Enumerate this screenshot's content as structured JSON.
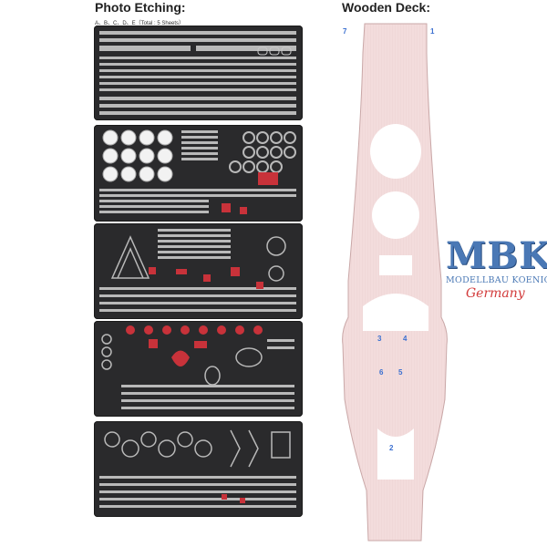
{
  "photo_etching": {
    "title": "Photo Etching:",
    "subtitle": "A、B、C、D、E（Total : 5 Sheets）",
    "sheets": [
      "A",
      "B",
      "C",
      "D",
      "E"
    ]
  },
  "wooden_deck": {
    "title": "Wooden Deck:",
    "markers": [
      "7",
      "1",
      "3",
      "4",
      "6",
      "5",
      "2"
    ]
  },
  "brand": {
    "logo": "MBK",
    "line": "MODELLBAU KOENIG",
    "country": "Germany"
  },
  "colors": {
    "sheet_bg": "#2a2a2c",
    "part_grey": "#b9b9b9",
    "part_red": "#c8323a",
    "deck_pink": "#f3dcdc",
    "marker_blue": "#3a6fd0"
  }
}
